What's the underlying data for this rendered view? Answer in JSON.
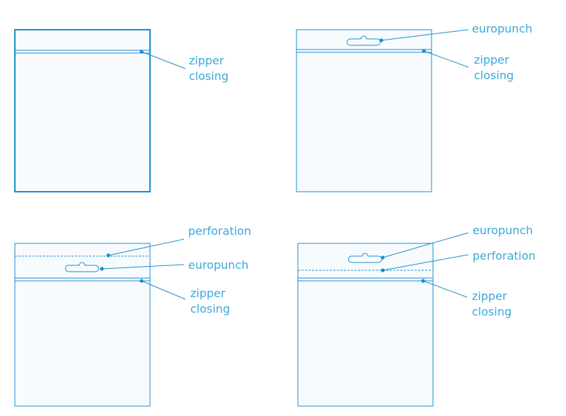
{
  "colors": {
    "stroke": "#1b8ccd",
    "label": "#3aa8dc",
    "bag_fill": "#f7fbfe"
  },
  "labels": {
    "zipper": [
      "zipper",
      "closing"
    ],
    "europunch": "europunch",
    "perforation": "perforation"
  }
}
